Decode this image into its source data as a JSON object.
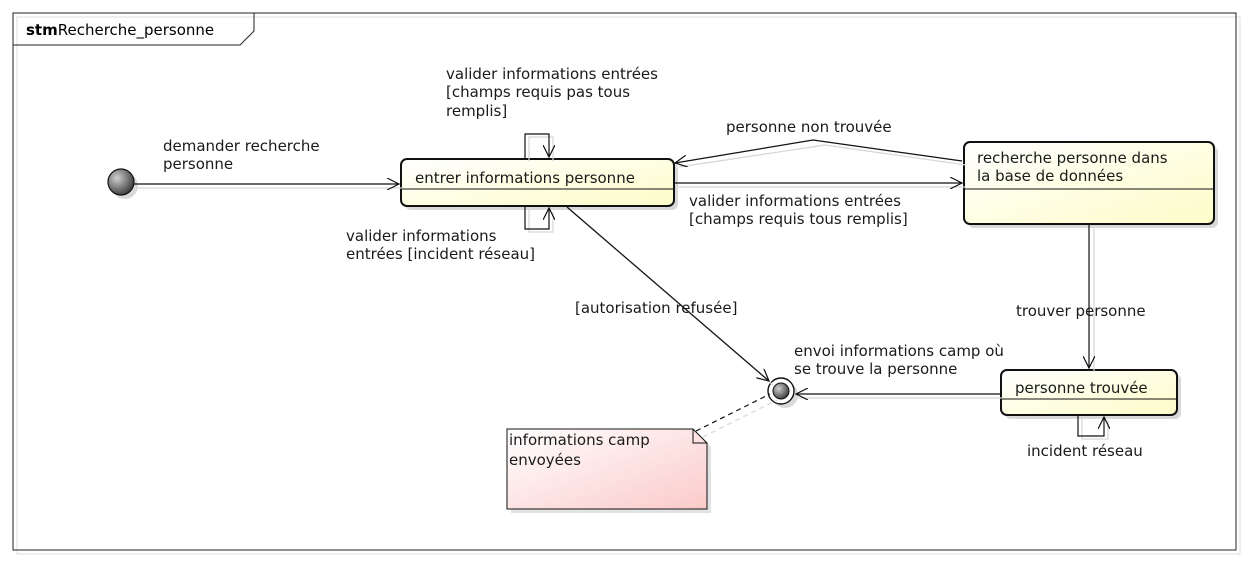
{
  "frame": {
    "keyword": "stm",
    "name": "Recherche_personne"
  },
  "states": {
    "entrer": "entrer informations personne",
    "recherche": [
      "recherche personne dans",
      "la base de données"
    ],
    "trouvee": "personne trouvée"
  },
  "transitions": {
    "demander": [
      "demander recherche",
      "personne"
    ],
    "self_top": [
      "valider informations entrées",
      "[champs requis pas tous",
      "remplis]"
    ],
    "self_bottom": [
      "valider informations",
      "entrées [incident réseau]"
    ],
    "non_trouvee": "personne non trouvée",
    "valider_ok": [
      "valider informations entrées",
      "[champs requis tous remplis]"
    ],
    "refusee": "[autorisation refusée]",
    "trouver": "trouver personne",
    "envoi": [
      "envoi informations camp où",
      "se trouve la personne"
    ],
    "incident": "incident réseau"
  },
  "note": [
    "informations camp",
    "envoyées"
  ],
  "colors": {
    "state_fill_start": "#ffffff",
    "state_fill_end": "#fdfcc8",
    "note_fill_start": "#ffffff",
    "note_fill_end": "#fbcaca",
    "pseudo_fill": "#777777"
  }
}
